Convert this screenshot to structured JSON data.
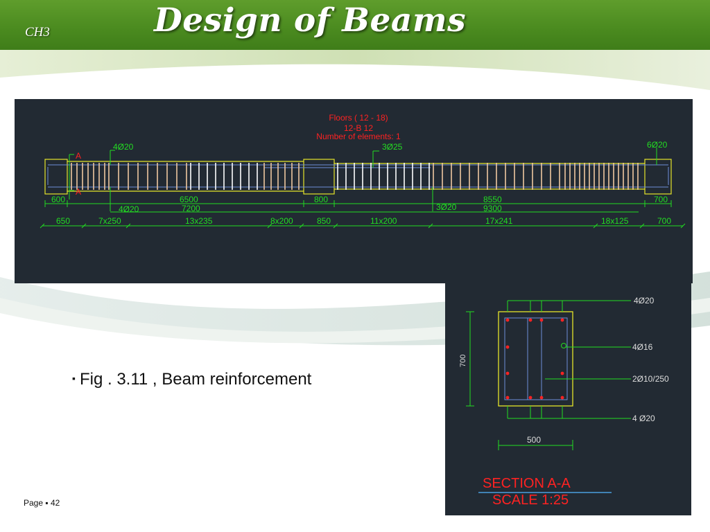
{
  "header": {
    "chapter": "CH3",
    "title": "Design of Beams"
  },
  "elevation": {
    "title_lines": [
      "Floors ( 12 - 18)",
      "12-B 12",
      "Number of elements: 1"
    ],
    "section_marks": [
      "A",
      "A"
    ],
    "rebar_labels": [
      "4Ø20",
      "3Ø25",
      "6Ø20",
      "4Ø20",
      "3Ø20"
    ],
    "dim_row1": [
      "600",
      "6500",
      "800",
      "8550",
      "700"
    ],
    "dim_row2": [
      "7200",
      "9300"
    ],
    "dim_row3": [
      "650",
      "7x250",
      "13x235",
      "8x200",
      "850",
      "11x200",
      "17x241",
      "18x125",
      "700"
    ]
  },
  "section": {
    "height_label": "700",
    "width_label": "500",
    "callouts": [
      "4Ø20",
      "4Ø16",
      "2Ø10/250",
      "4 Ø20"
    ],
    "title": "SECTION A-A",
    "scale": "SCALE 1:25"
  },
  "caption": {
    "bullet": "▪",
    "text": "Fig . 3.11 , Beam reinforcement"
  },
  "footer": {
    "text": "Page ▪ 42"
  },
  "colors": {
    "header_green": "#4a8a1f",
    "cad_background": "#222a33",
    "cad_green": "#22dd22",
    "cad_yellow": "#e6e62a",
    "cad_red": "#ff2222",
    "cad_blue": "#6f8fd8",
    "cad_stirrup": "#f0c8a0"
  }
}
